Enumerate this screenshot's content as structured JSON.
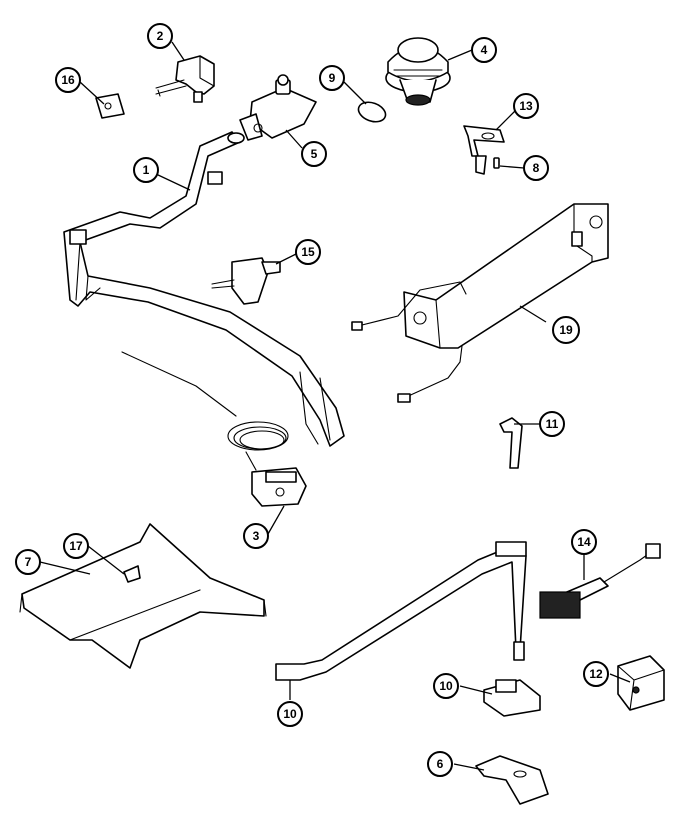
{
  "callouts": [
    {
      "id": "c2",
      "label": "2"
    },
    {
      "id": "c16",
      "label": "16"
    },
    {
      "id": "c9",
      "label": "9"
    },
    {
      "id": "c4",
      "label": "4"
    },
    {
      "id": "c5",
      "label": "5"
    },
    {
      "id": "c13",
      "label": "13"
    },
    {
      "id": "c8",
      "label": "8"
    },
    {
      "id": "c1",
      "label": "1"
    },
    {
      "id": "c15",
      "label": "15"
    },
    {
      "id": "c19",
      "label": "19"
    },
    {
      "id": "c11",
      "label": "11"
    },
    {
      "id": "c3",
      "label": "3"
    },
    {
      "id": "c7",
      "label": "7"
    },
    {
      "id": "c17",
      "label": "17"
    },
    {
      "id": "c14",
      "label": "14"
    },
    {
      "id": "c12",
      "label": "12"
    },
    {
      "id": "c10a",
      "label": "10"
    },
    {
      "id": "c10b",
      "label": "10"
    },
    {
      "id": "c6",
      "label": "6"
    }
  ]
}
